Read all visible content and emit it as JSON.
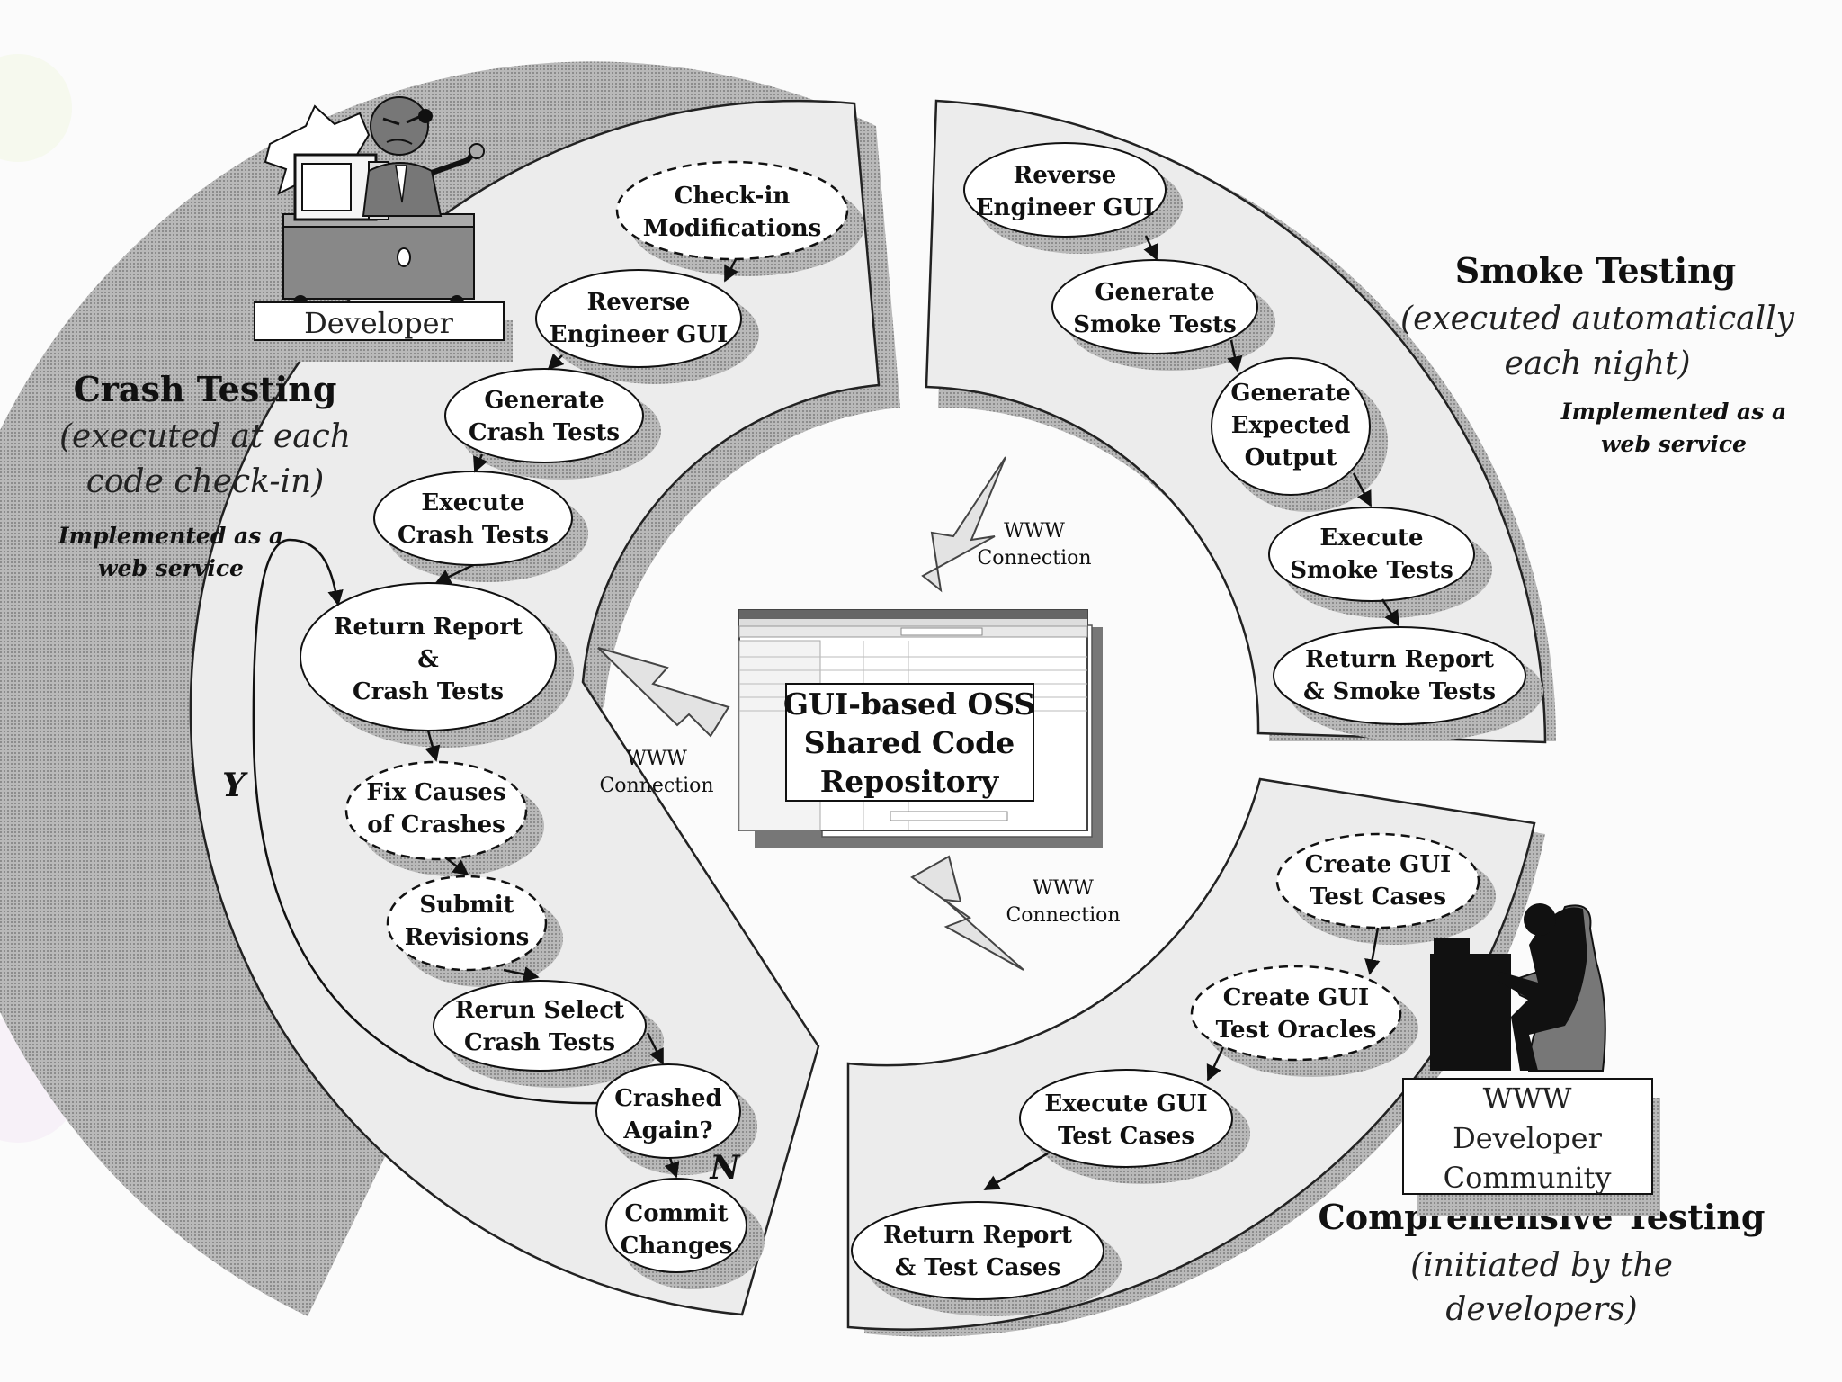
{
  "crash_testing": {
    "title": "Crash Testing",
    "subtitle_line1": "(executed at each",
    "subtitle_line2": "code check-in)",
    "impl_line1": "Implemented as a",
    "impl_line2": "web service",
    "steps": {
      "checkin_1": "Check-in",
      "checkin_2": "Modifications",
      "reverse_1": "Reverse",
      "reverse_2": "Engineer GUI",
      "generate_1": "Generate",
      "generate_2": "Crash Tests",
      "execute_1": "Execute",
      "execute_2": "Crash Tests",
      "report_1": "Return Report",
      "report_2": "&",
      "report_3": "Crash Tests",
      "fix_1": "Fix Causes",
      "fix_2": "of Crashes",
      "submit_1": "Submit",
      "submit_2": "Revisions",
      "rerun_1": "Rerun Select",
      "rerun_2": "Crash Tests",
      "crashed_1": "Crashed",
      "crashed_2": "Again?",
      "commit_1": "Commit",
      "commit_2": "Changes"
    },
    "yes_label": "Y",
    "no_label": "N"
  },
  "smoke_testing": {
    "title": "Smoke Testing",
    "subtitle_line1": "(executed automatically",
    "subtitle_line2": "each night)",
    "impl_line1": "Implemented as a",
    "impl_line2": "web service",
    "steps": {
      "reverse_1": "Reverse",
      "reverse_2": "Engineer GUI",
      "generate_1": "Generate",
      "generate_2": "Smoke Tests",
      "expected_1": "Generate",
      "expected_2": "Expected",
      "expected_3": "Output",
      "execute_1": "Execute",
      "execute_2": "Smoke Tests",
      "report_1": "Return Report",
      "report_2": "& Smoke Tests"
    }
  },
  "comprehensive_testing": {
    "title": "Comprehensive Testing",
    "subtitle_line1": "(initiated by the",
    "subtitle_line2": "developers)",
    "steps": {
      "create_cases_1": "Create GUI",
      "create_cases_2": "Test Cases",
      "create_oracles_1": "Create GUI",
      "create_oracles_2": "Test Oracles",
      "execute_1": "Execute GUI",
      "execute_2": "Test Cases",
      "report_1": "Return Report",
      "report_2": "& Test Cases"
    }
  },
  "actors": {
    "developer": "Developer",
    "community_1": "WWW",
    "community_2": "Developer",
    "community_3": "Community"
  },
  "center": {
    "repo_1": "GUI-based OSS",
    "repo_2": "Shared Code",
    "repo_3": "Repository",
    "connection_1": "WWW",
    "connection_2": "Connection"
  }
}
